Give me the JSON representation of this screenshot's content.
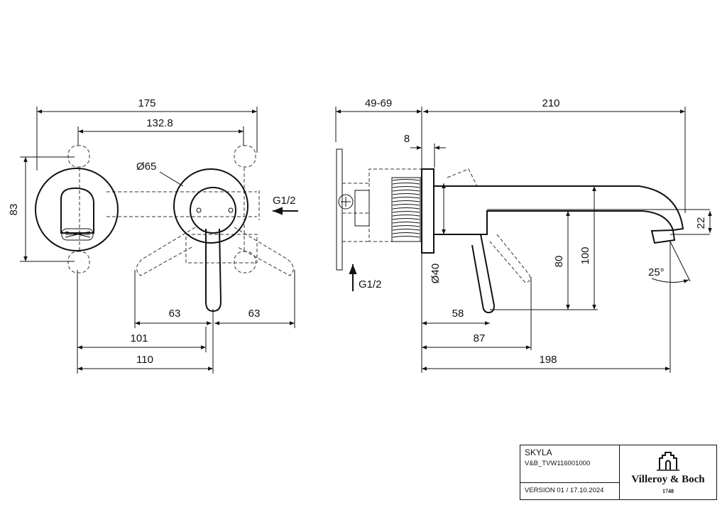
{
  "dimensions": {
    "front": {
      "overall_width": "175",
      "mount_spacing": "132.8",
      "height": "83",
      "plate_diameter": "Ø65",
      "inlet": "G1/2",
      "lever_left": "63",
      "lever_right": "63",
      "offset_101": "101",
      "offset_110": "110"
    },
    "side": {
      "wall_depth": "49-69",
      "projection": "210",
      "plate_thickness": "8",
      "body_diameter": "Ø40",
      "height_80": "80",
      "height_100": "100",
      "spout_22": "22",
      "angle": "25°",
      "inlet": "G1/2",
      "lever_58": "58",
      "lever_87": "87",
      "spout_198": "198"
    }
  },
  "title_block": {
    "product": "SKYLA",
    "code": "V&B_TVW116001000",
    "version": "VERSION 01 / 17.10.2024",
    "brand": "Villeroy & Boch",
    "year": "1748",
    "logo_icon": "villeroy-boch-castle-logo"
  }
}
